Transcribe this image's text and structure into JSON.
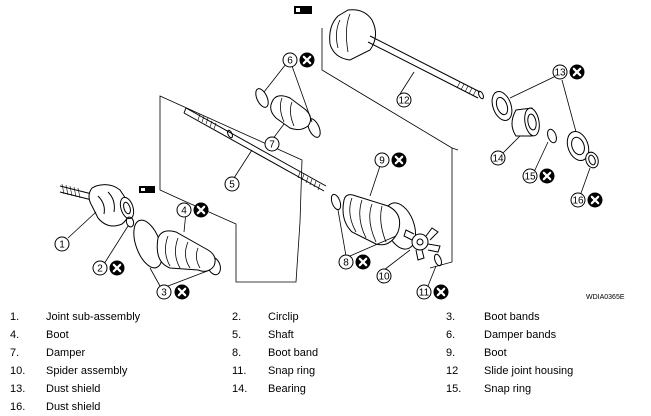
{
  "figure_code": "WDIA0365E",
  "callouts": [
    "1",
    "2",
    "3",
    "4",
    "5",
    "6",
    "7",
    "8",
    "9",
    "10",
    "11",
    "12",
    "13",
    "14",
    "15",
    "16"
  ],
  "legend": [
    [
      {
        "num": "1.",
        "name": "Joint sub-assembly"
      },
      {
        "num": "2.",
        "name": "Circlip"
      },
      {
        "num": "3.",
        "name": "Boot bands"
      }
    ],
    [
      {
        "num": "4.",
        "name": "Boot"
      },
      {
        "num": "5.",
        "name": "Shaft"
      },
      {
        "num": "6.",
        "name": "Damper bands"
      }
    ],
    [
      {
        "num": "7.",
        "name": "Damper"
      },
      {
        "num": "8.",
        "name": "Boot band"
      },
      {
        "num": "9.",
        "name": "Boot"
      }
    ],
    [
      {
        "num": "10.",
        "name": "Spider assembly"
      },
      {
        "num": "11.",
        "name": "Snap ring"
      },
      {
        "num": "12",
        "name": "Slide joint housing"
      }
    ],
    [
      {
        "num": "13.",
        "name": "Dust shield"
      },
      {
        "num": "14.",
        "name": "Bearing"
      },
      {
        "num": "15.",
        "name": "Snap ring"
      }
    ],
    [
      {
        "num": "16.",
        "name": "Dust shield"
      }
    ]
  ]
}
